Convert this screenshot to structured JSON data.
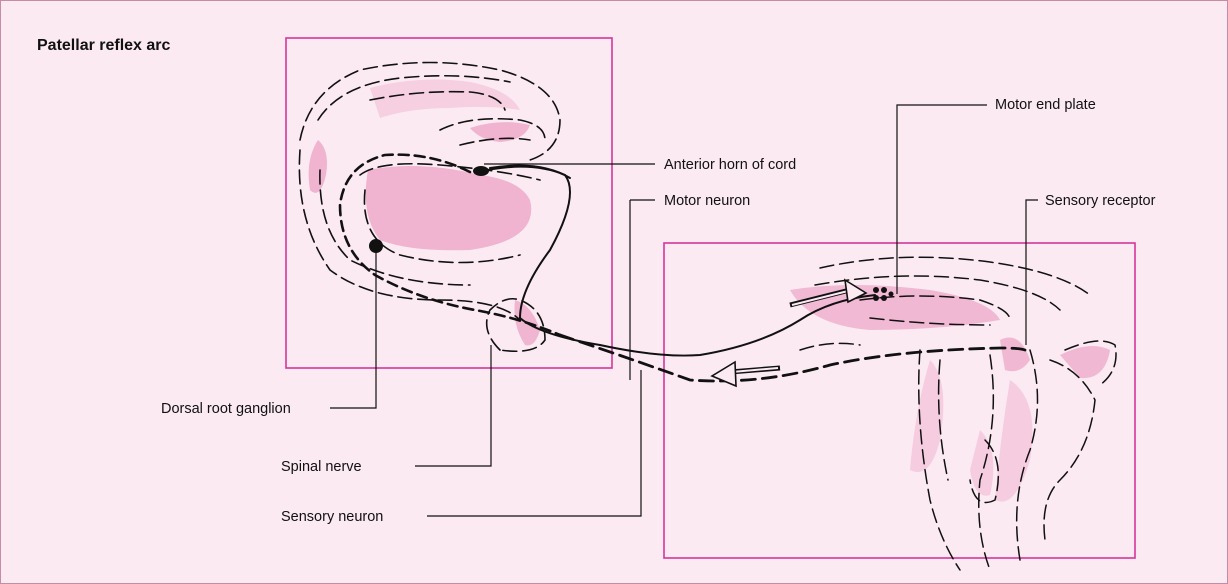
{
  "title": "Patellar reflex arc",
  "labels": {
    "anterior_horn": "Anterior horn of cord",
    "motor_neuron": "Motor neuron",
    "motor_end_plate": "Motor end plate",
    "sensory_receptor": "Sensory receptor",
    "dorsal_root_ganglion": "Dorsal root ganglion",
    "spinal_nerve": "Spinal nerve",
    "sensory_neuron": "Sensory neuron"
  },
  "colors": {
    "background": "#fbeaf2",
    "box_outline": "#d4359a",
    "tissue_pink": "#e888b5",
    "ink": "#111111"
  }
}
